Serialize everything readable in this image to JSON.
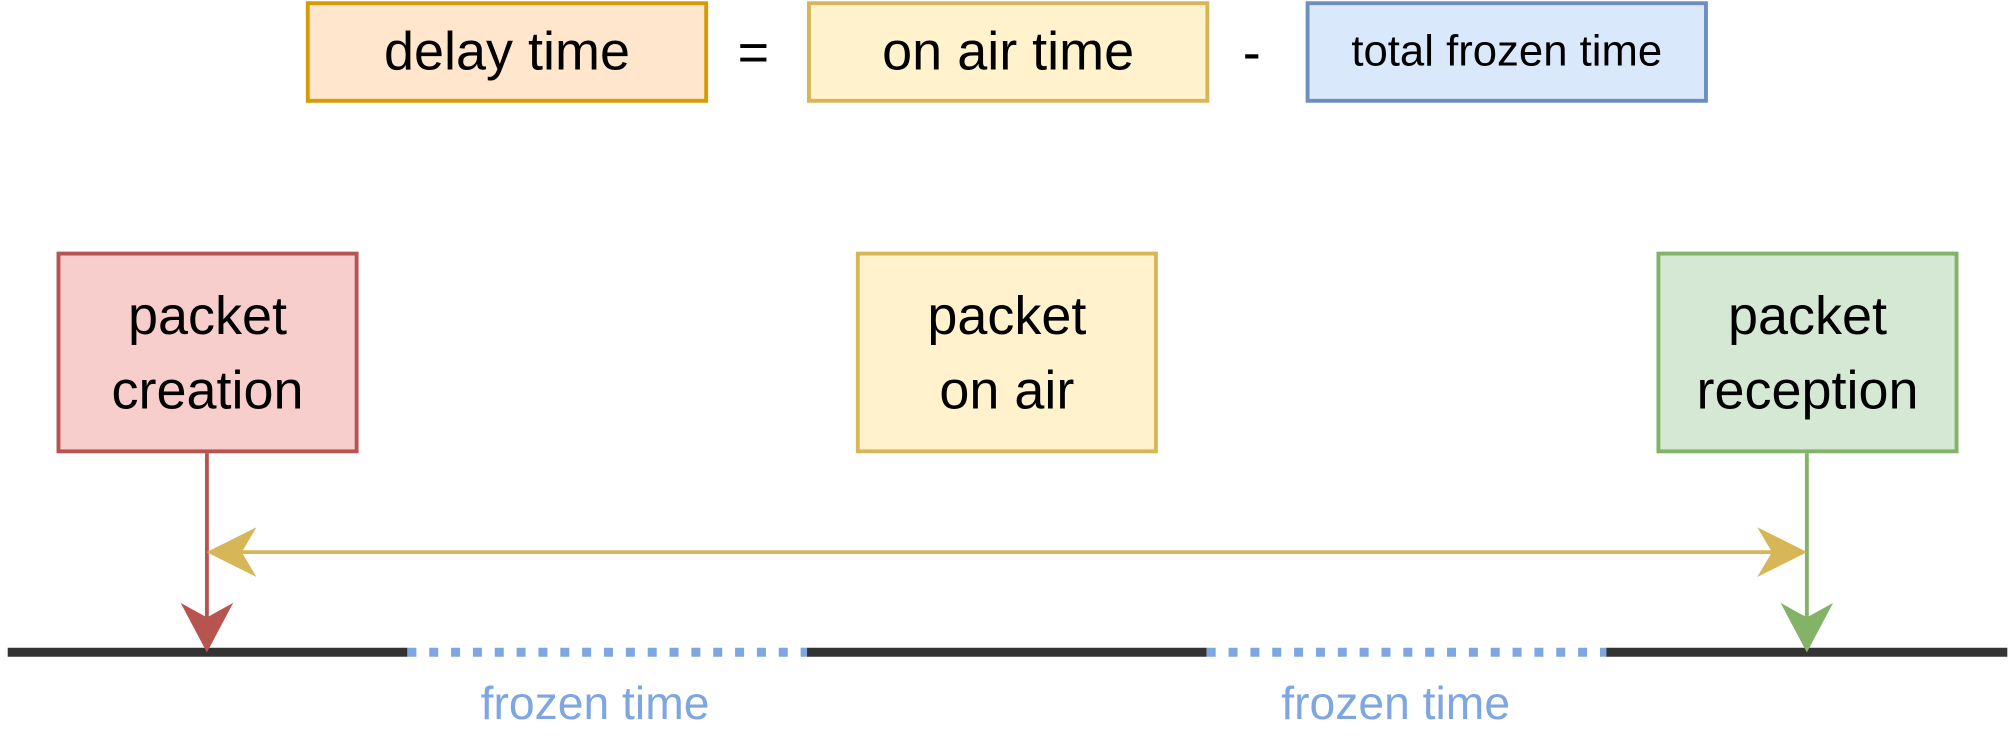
{
  "equation": {
    "delay_label": "delay time",
    "equals": "=",
    "on_air_label": "on air time",
    "minus": "-",
    "frozen_label": "total frozen time"
  },
  "nodes": {
    "creation": "packet\ncreation",
    "on_air": "packet\non air",
    "reception": "packet\nreception"
  },
  "timeline": {
    "frozen_labels": [
      "frozen time",
      "frozen time"
    ]
  },
  "colors": {
    "orange_fill": "#ffe6cc",
    "orange_stroke": "#d79b00",
    "yellow_fill": "#fff2cc",
    "yellow_stroke": "#d6b656",
    "blue_fill": "#dae8fc",
    "blue_stroke": "#6c8ebf",
    "red_fill": "#f8cecc",
    "red_stroke": "#b85450",
    "green_fill": "#d5e8d4",
    "green_stroke": "#82b366",
    "timeline_solid": "#333333",
    "timeline_frozen": "#7ea6e0"
  }
}
